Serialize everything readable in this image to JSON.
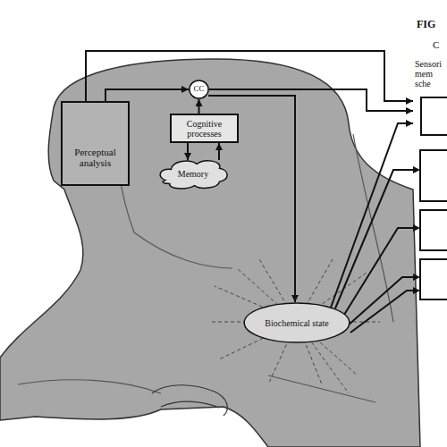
{
  "diagram": {
    "nodes": [
      {
        "text": [
          "Perceptual analysis"
        ]
      },
      {
        "text": [
          "CC"
        ]
      },
      {
        "text": [
          "Cognitive processes"
        ]
      },
      {
        "text": [
          "Memory"
        ]
      },
      {
        "text": [
          "Biochemical state"
        ]
      },
      {
        "text": [
          "Sensori mem sche"
        ]
      }
    ],
    "edges": [
      {
        "from": 0,
        "to": 1,
        "arrow": "to"
      },
      {
        "from": 0,
        "to": 5,
        "arrow": "to"
      },
      {
        "from": 1,
        "to": 5,
        "arrow": "to"
      },
      {
        "from": 1,
        "to": 4,
        "arrow": "to"
      },
      {
        "from": 2,
        "to": 1,
        "arrow": "to"
      },
      {
        "from": 2,
        "to": 3,
        "arrow": "to"
      },
      {
        "from": 3,
        "to": 2,
        "arrow": "to"
      },
      {
        "from": 4,
        "to": 5,
        "arrow": "to"
      }
    ],
    "labels": [
      "FIG",
      "C"
    ]
  }
}
